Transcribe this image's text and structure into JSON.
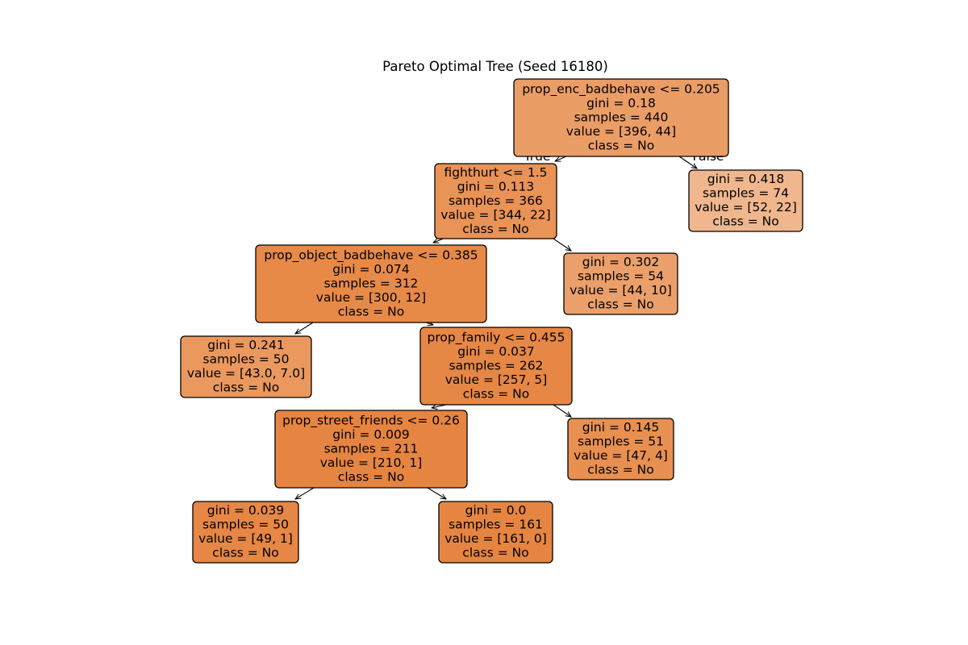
{
  "title": "Pareto Optimal Tree (Seed 16180)",
  "edge_labels": {
    "true": "True",
    "false": "False"
  },
  "colors": {
    "fill_deep": "#e68541",
    "fill_pale": "#f0b78e",
    "edge": "#000000"
  },
  "nodes": [
    {
      "id": "n0",
      "split": "prop_enc_badbehave <= 0.205",
      "gini": "gini = 0.18",
      "samples": "samples = 440",
      "value": "value = [396, 44]",
      "class": "class = No",
      "purity": 0.8
    },
    {
      "id": "n1",
      "split": "fighthurt <= 1.5",
      "gini": "gini = 0.113",
      "samples": "samples = 366",
      "value": "value = [344, 22]",
      "class": "class = No",
      "purity": 0.88
    },
    {
      "id": "n2",
      "split": "prop_object_badbehave <= 0.385",
      "gini": "gini = 0.074",
      "samples": "samples = 312",
      "value": "value = [300, 12]",
      "class": "class = No",
      "purity": 0.96
    },
    {
      "id": "n3",
      "gini": "gini = 0.241",
      "samples": "samples = 50",
      "value": "value = [43.0, 7.0]",
      "class": "class = No",
      "purity": 0.84
    },
    {
      "id": "n4",
      "split": "prop_family <= 0.455",
      "gini": "gini = 0.037",
      "samples": "samples = 262",
      "value": "value = [257, 5]",
      "class": "class = No",
      "purity": 0.98
    },
    {
      "id": "n5",
      "split": "prop_street_friends <= 0.26",
      "gini": "gini = 0.009",
      "samples": "samples = 211",
      "value": "value = [210, 1]",
      "class": "class = No",
      "purity": 1.0
    },
    {
      "id": "n6",
      "gini": "gini = 0.039",
      "samples": "samples = 50",
      "value": "value = [49, 1]",
      "class": "class = No",
      "purity": 0.98
    },
    {
      "id": "n7",
      "gini": "gini = 0.0",
      "samples": "samples = 161",
      "value": "value = [161, 0]",
      "class": "class = No",
      "purity": 1.0
    },
    {
      "id": "n8",
      "gini": "gini = 0.145",
      "samples": "samples = 51",
      "value": "value = [47, 4]",
      "class": "class = No",
      "purity": 0.91
    },
    {
      "id": "n9",
      "gini": "gini = 0.302",
      "samples": "samples = 54",
      "value": "value = [44, 10]",
      "class": "class = No",
      "purity": 0.77
    },
    {
      "id": "n10",
      "gini": "gini = 0.418",
      "samples": "samples = 74",
      "value": "value = [52, 22]",
      "class": "class = No",
      "purity": 0.58
    }
  ],
  "edges": [
    {
      "from": "n0",
      "to": "n1"
    },
    {
      "from": "n0",
      "to": "n10"
    },
    {
      "from": "n1",
      "to": "n2"
    },
    {
      "from": "n1",
      "to": "n9"
    },
    {
      "from": "n2",
      "to": "n3"
    },
    {
      "from": "n2",
      "to": "n4"
    },
    {
      "from": "n4",
      "to": "n5"
    },
    {
      "from": "n4",
      "to": "n8"
    },
    {
      "from": "n5",
      "to": "n6"
    },
    {
      "from": "n5",
      "to": "n7"
    }
  ]
}
